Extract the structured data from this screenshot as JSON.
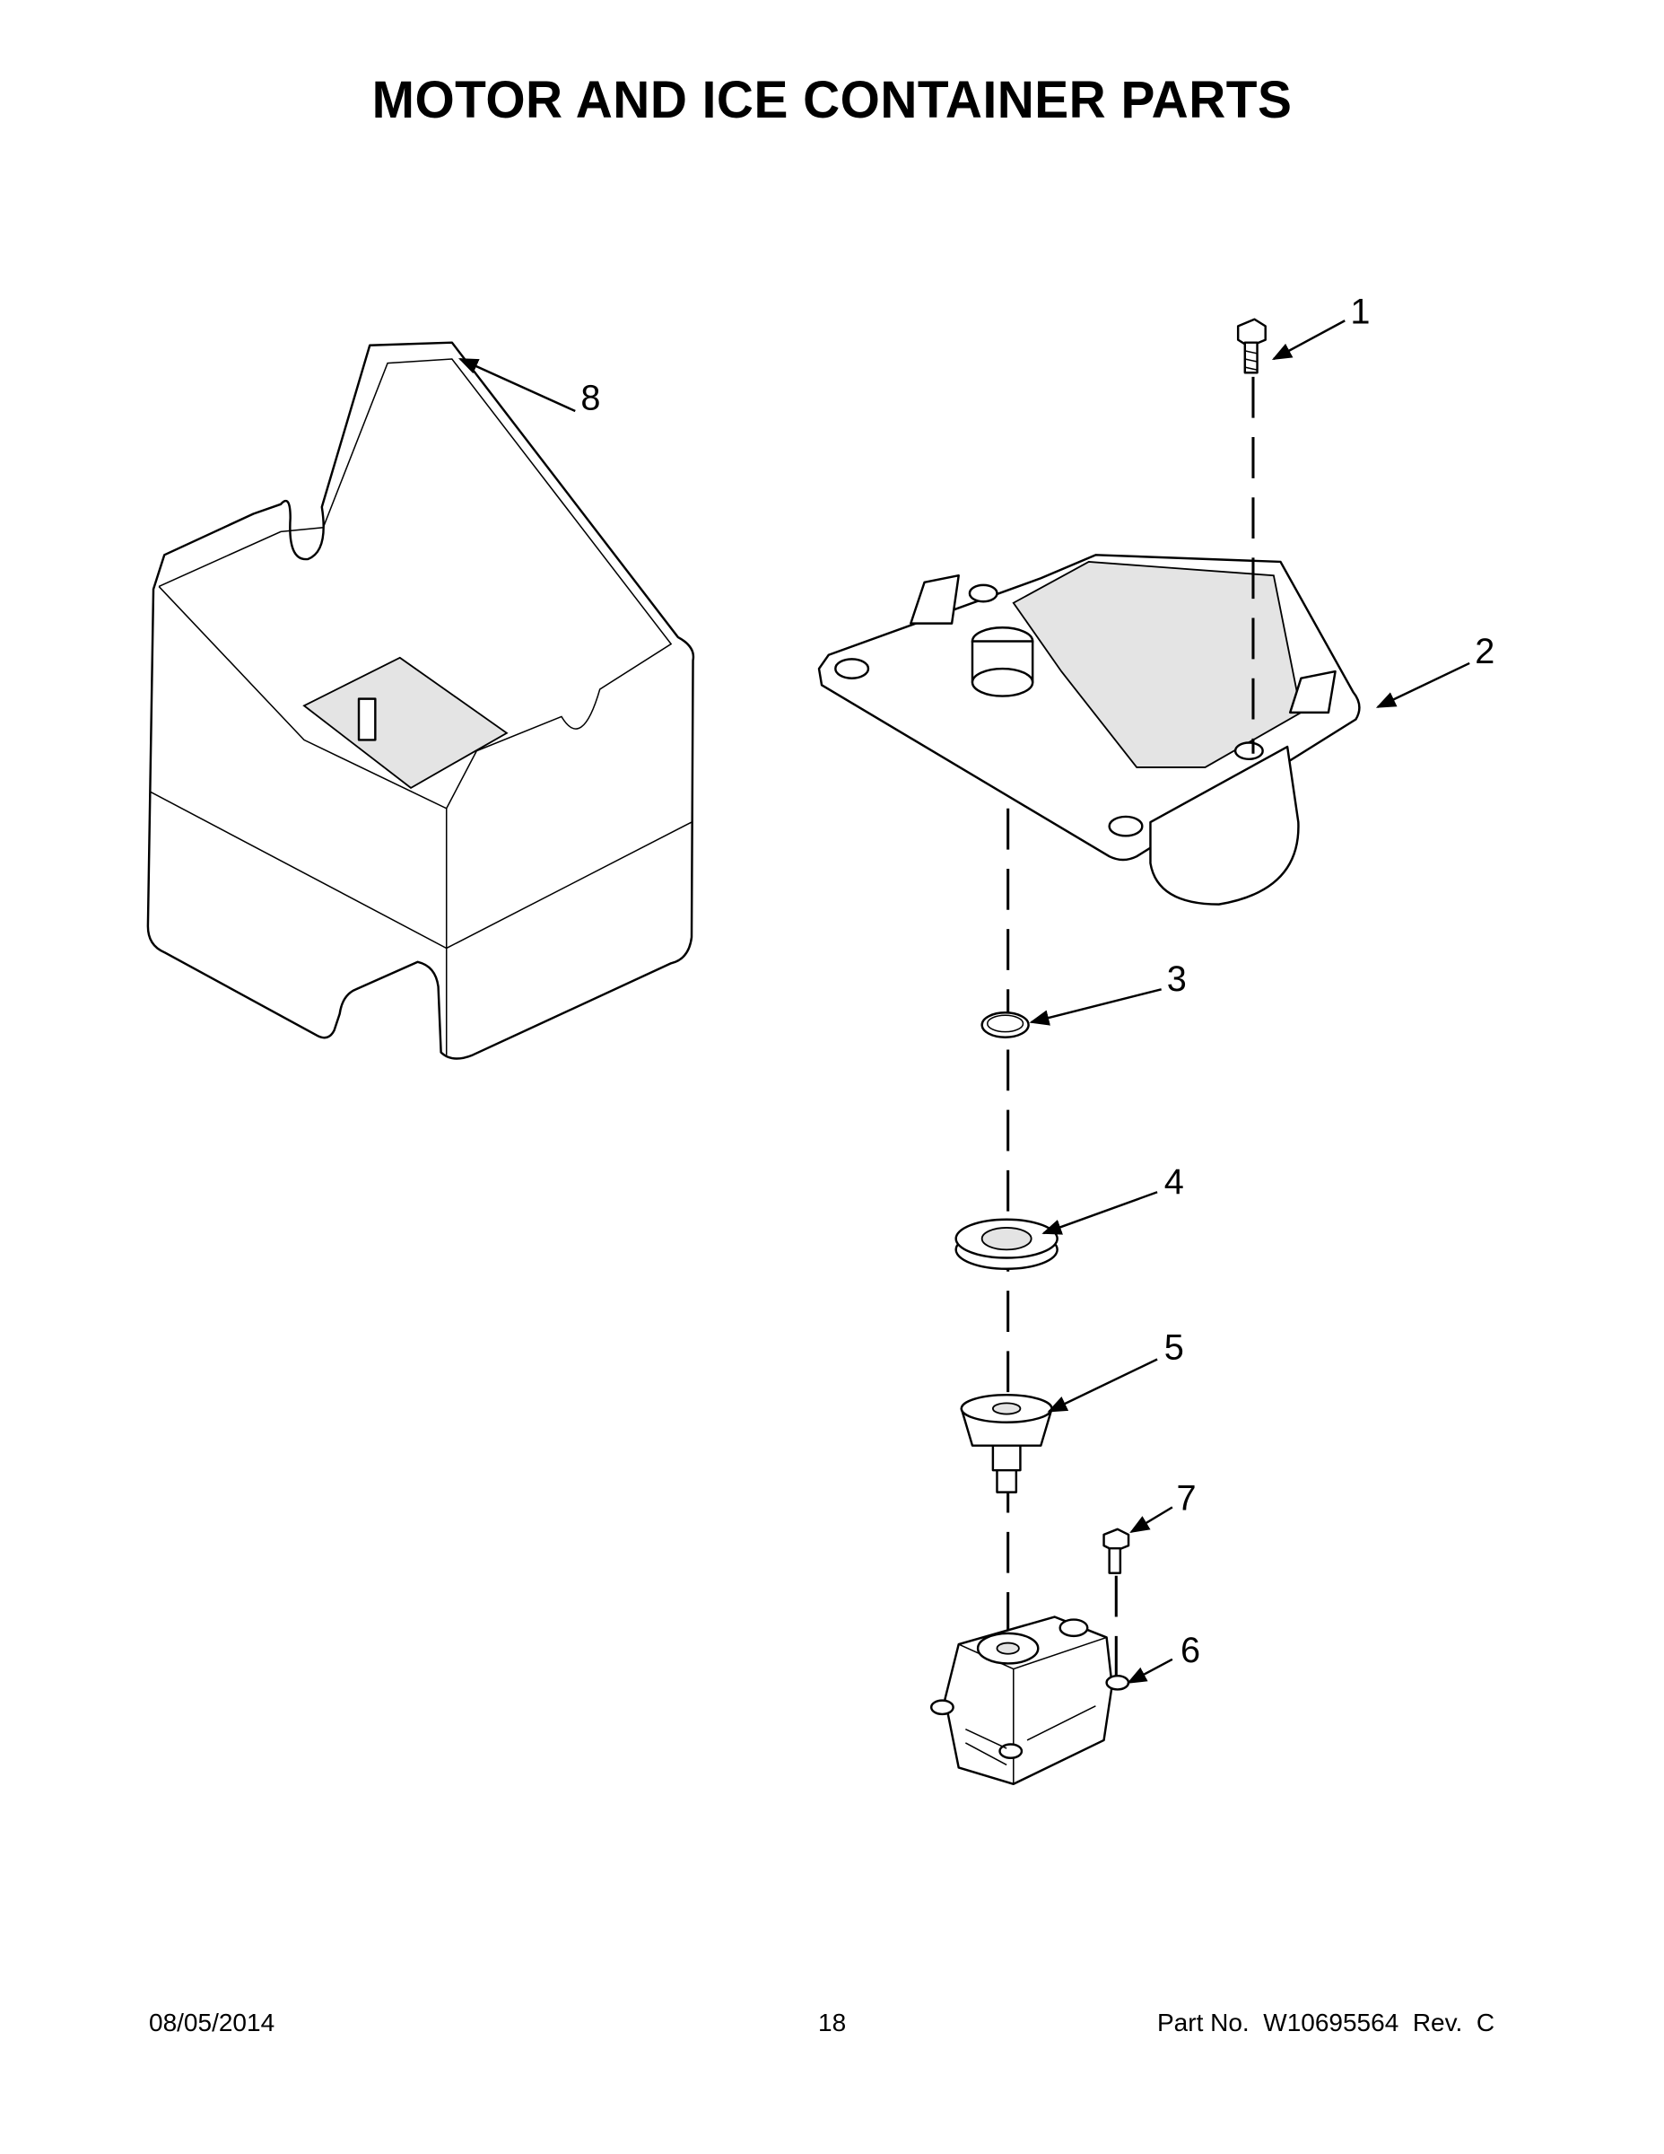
{
  "title": "MOTOR AND ICE CONTAINER PARTS",
  "callouts": [
    "1",
    "2",
    "3",
    "4",
    "5",
    "6",
    "7",
    "8"
  ],
  "footer": {
    "date": "08/05/2014",
    "page": "18",
    "part_no": "Part No.  W10695564  Rev.  C"
  }
}
